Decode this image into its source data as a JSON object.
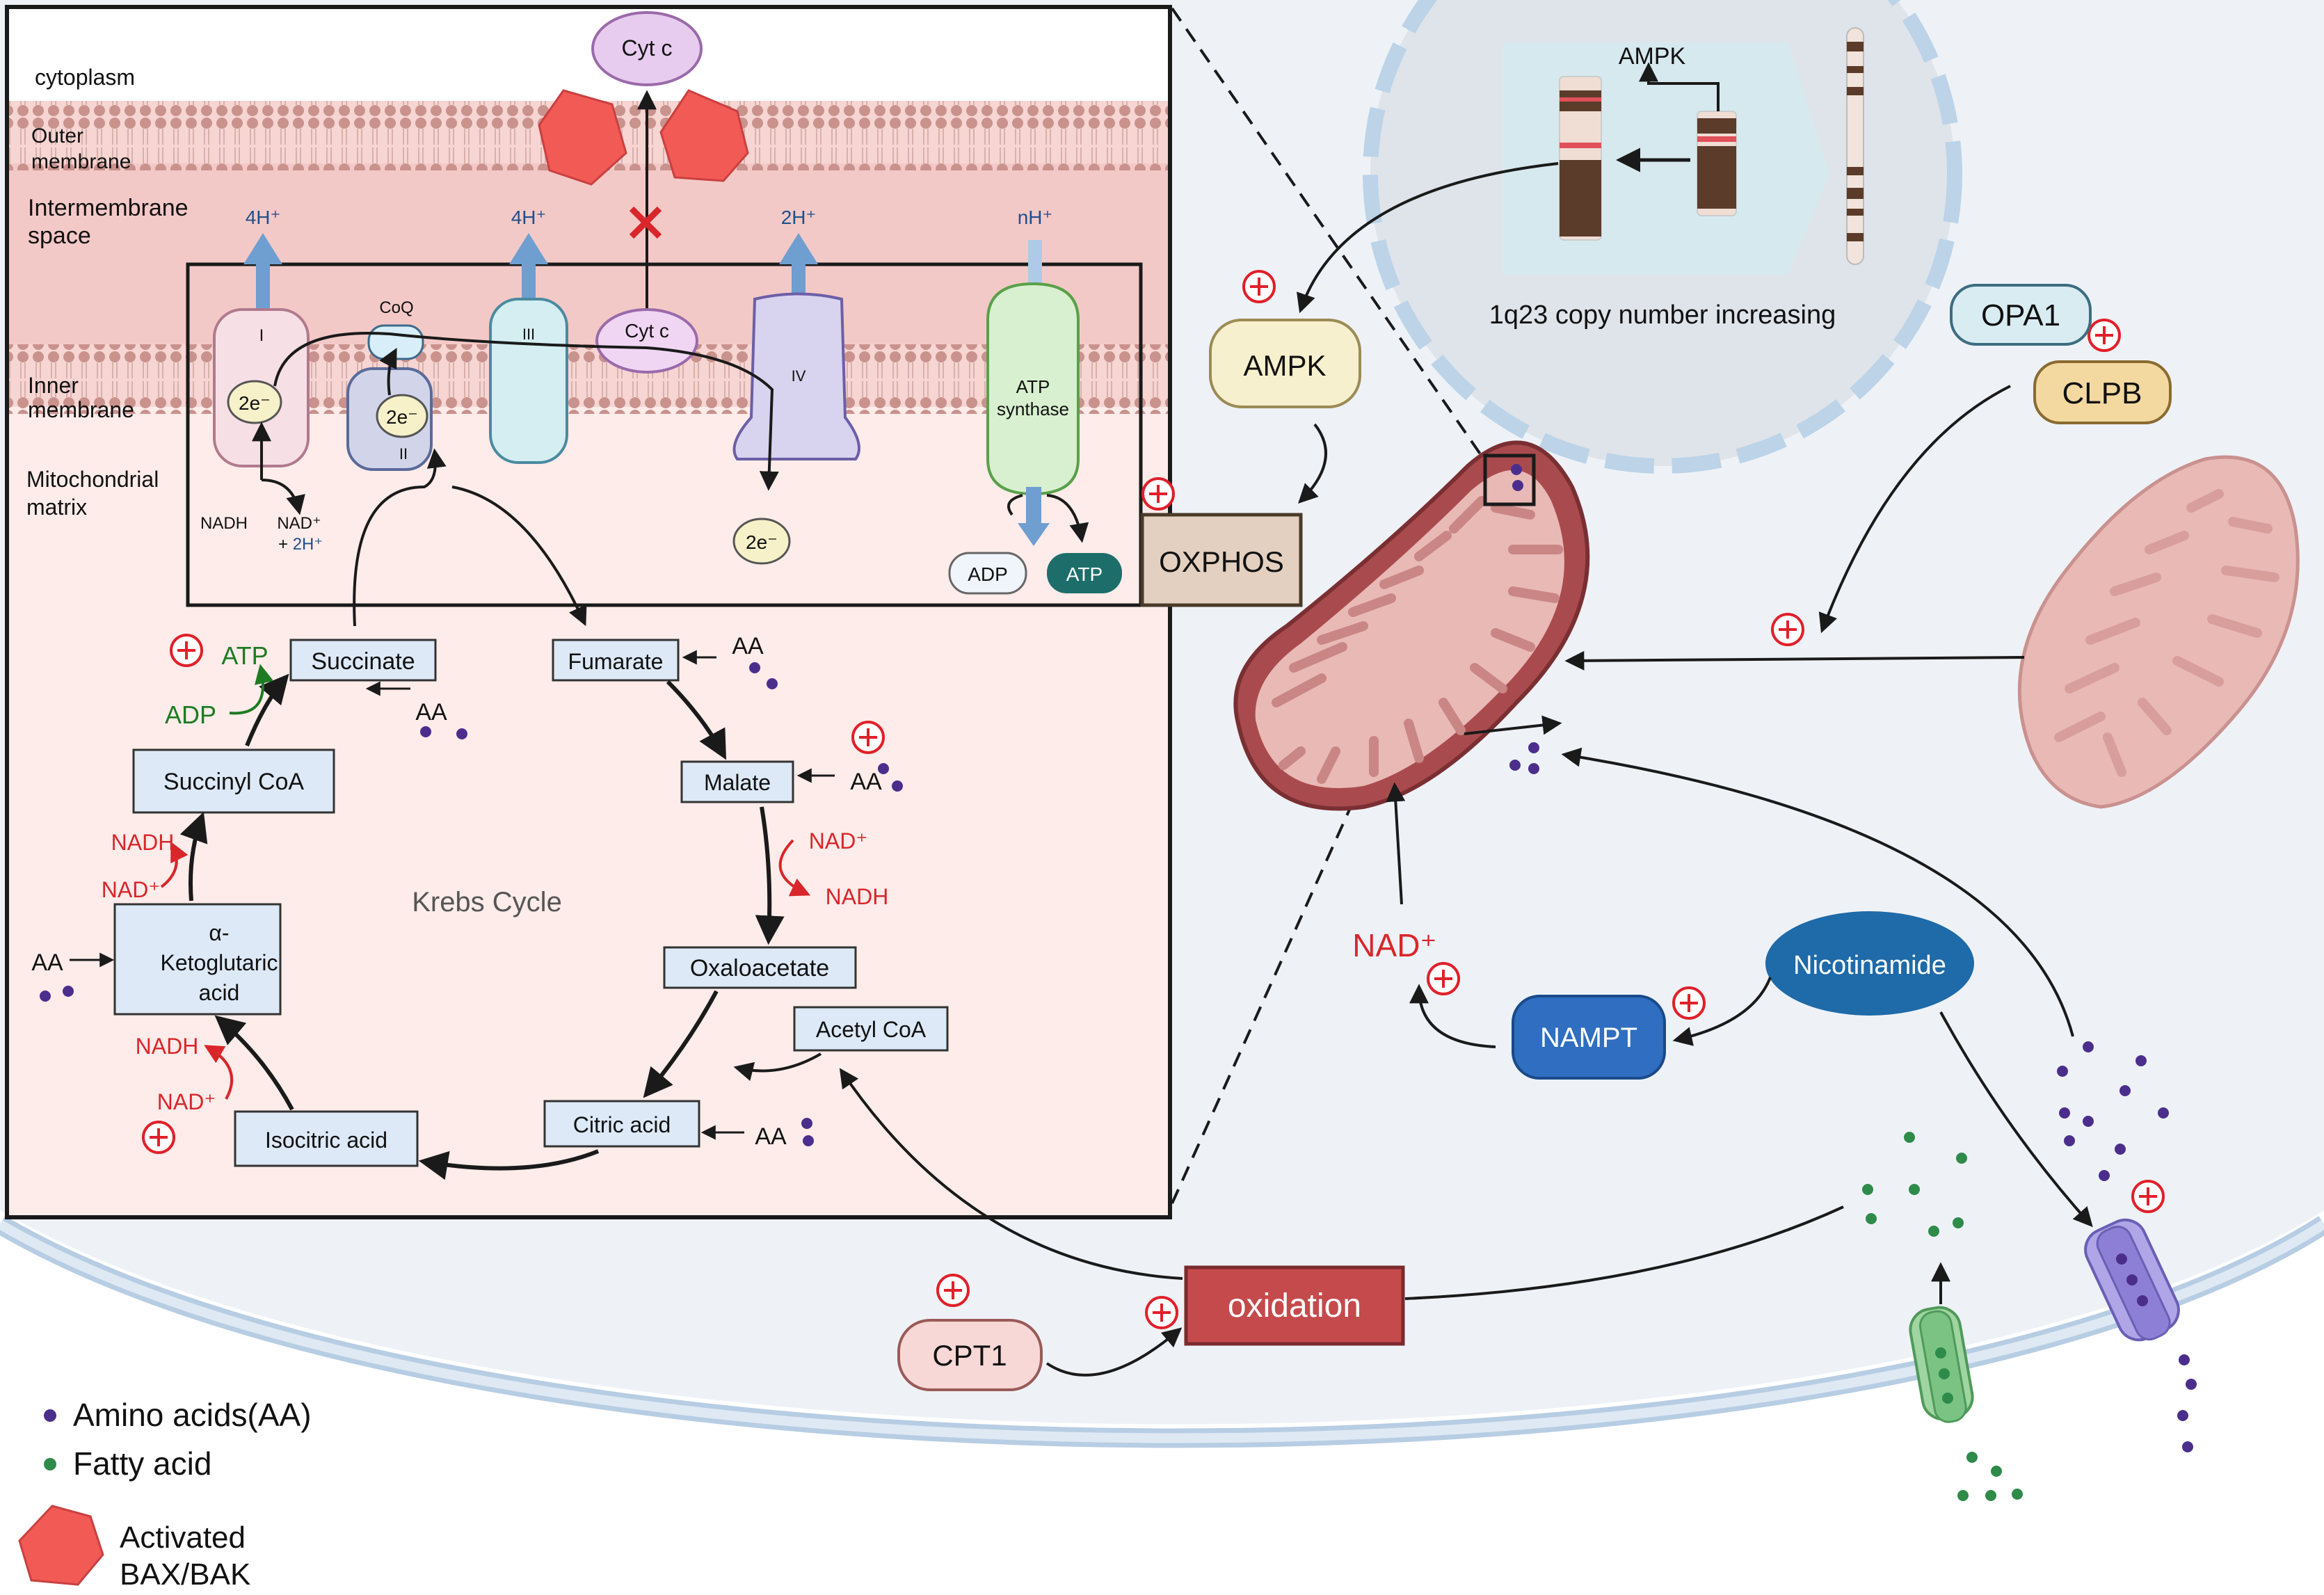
{
  "zoom_panel": {
    "cytoplasm": "cytoplasm",
    "outer_membrane": [
      "Outer",
      "membrane"
    ],
    "intermembrane_space": [
      "Intermembrane",
      "space"
    ],
    "inner_membrane": [
      "Inner",
      "membrane"
    ],
    "matrix": [
      "Mitochondrial",
      "matrix"
    ]
  },
  "etc": {
    "cyt_c_top": "Cyt c",
    "cyt_c": "Cyt c",
    "complex_1": "I",
    "complex_2": "II",
    "complex_3": "III",
    "complex_4": "IV",
    "coq": "CoQ",
    "electron": "2e⁻",
    "atp_synthase": [
      "ATP",
      "synthase"
    ],
    "proton_1": "4H⁺",
    "proton_3": "4H⁺",
    "proton_4": "2H⁺",
    "proton_atp": "nH⁺",
    "nadh": "NADH",
    "nad_plus": "NAD⁺",
    "nad_plus_2h_prefix": "+ ",
    "nad_plus_2h": "2H⁺",
    "adp": "ADP",
    "atp": "ATP"
  },
  "krebs": {
    "title": "Krebs Cycle",
    "succinate": "Succinate",
    "fumarate": "Fumarate",
    "malate": "Malate",
    "oxaloacetate": "Oxaloacetate",
    "acetyl_coa": "Acetyl CoA",
    "citric_acid": "Citric acid",
    "isocitric_acid": "Isocitric acid",
    "akg": [
      "α-",
      "Ketoglutaric",
      "acid"
    ],
    "succinyl_coa": "Succinyl CoA",
    "aa": "AA",
    "atp": "ATP",
    "adp": "ADP",
    "nadh": "NADH",
    "nad_plus": "NAD⁺"
  },
  "right": {
    "ampk_gene": "AMPK",
    "copy_number": "1q23 copy number increasing",
    "ampk": "AMPK",
    "oxphos": "OXPHOS",
    "opa1": "OPA1",
    "clpb": "CLPB",
    "nad_plus": "NAD⁺",
    "nicotinamide": "Nicotinamide",
    "nampt": "NAMPT",
    "oxidation": "oxidation",
    "cpt1": "CPT1"
  },
  "legend": {
    "amino_acids": "Amino acids(AA)",
    "fatty_acid": "Fatty acid",
    "bax": [
      "Activated",
      "BAX/BAK"
    ]
  },
  "colors": {
    "plus_red": "#e0202a",
    "aa_dot": "#4b2e8c",
    "fa_dot": "#2e8b4a",
    "nad_red": "#d9262a",
    "atp_green": "#1e7b22",
    "proton_blue": "#1f4f8c",
    "bax_red": "#f25a55"
  }
}
